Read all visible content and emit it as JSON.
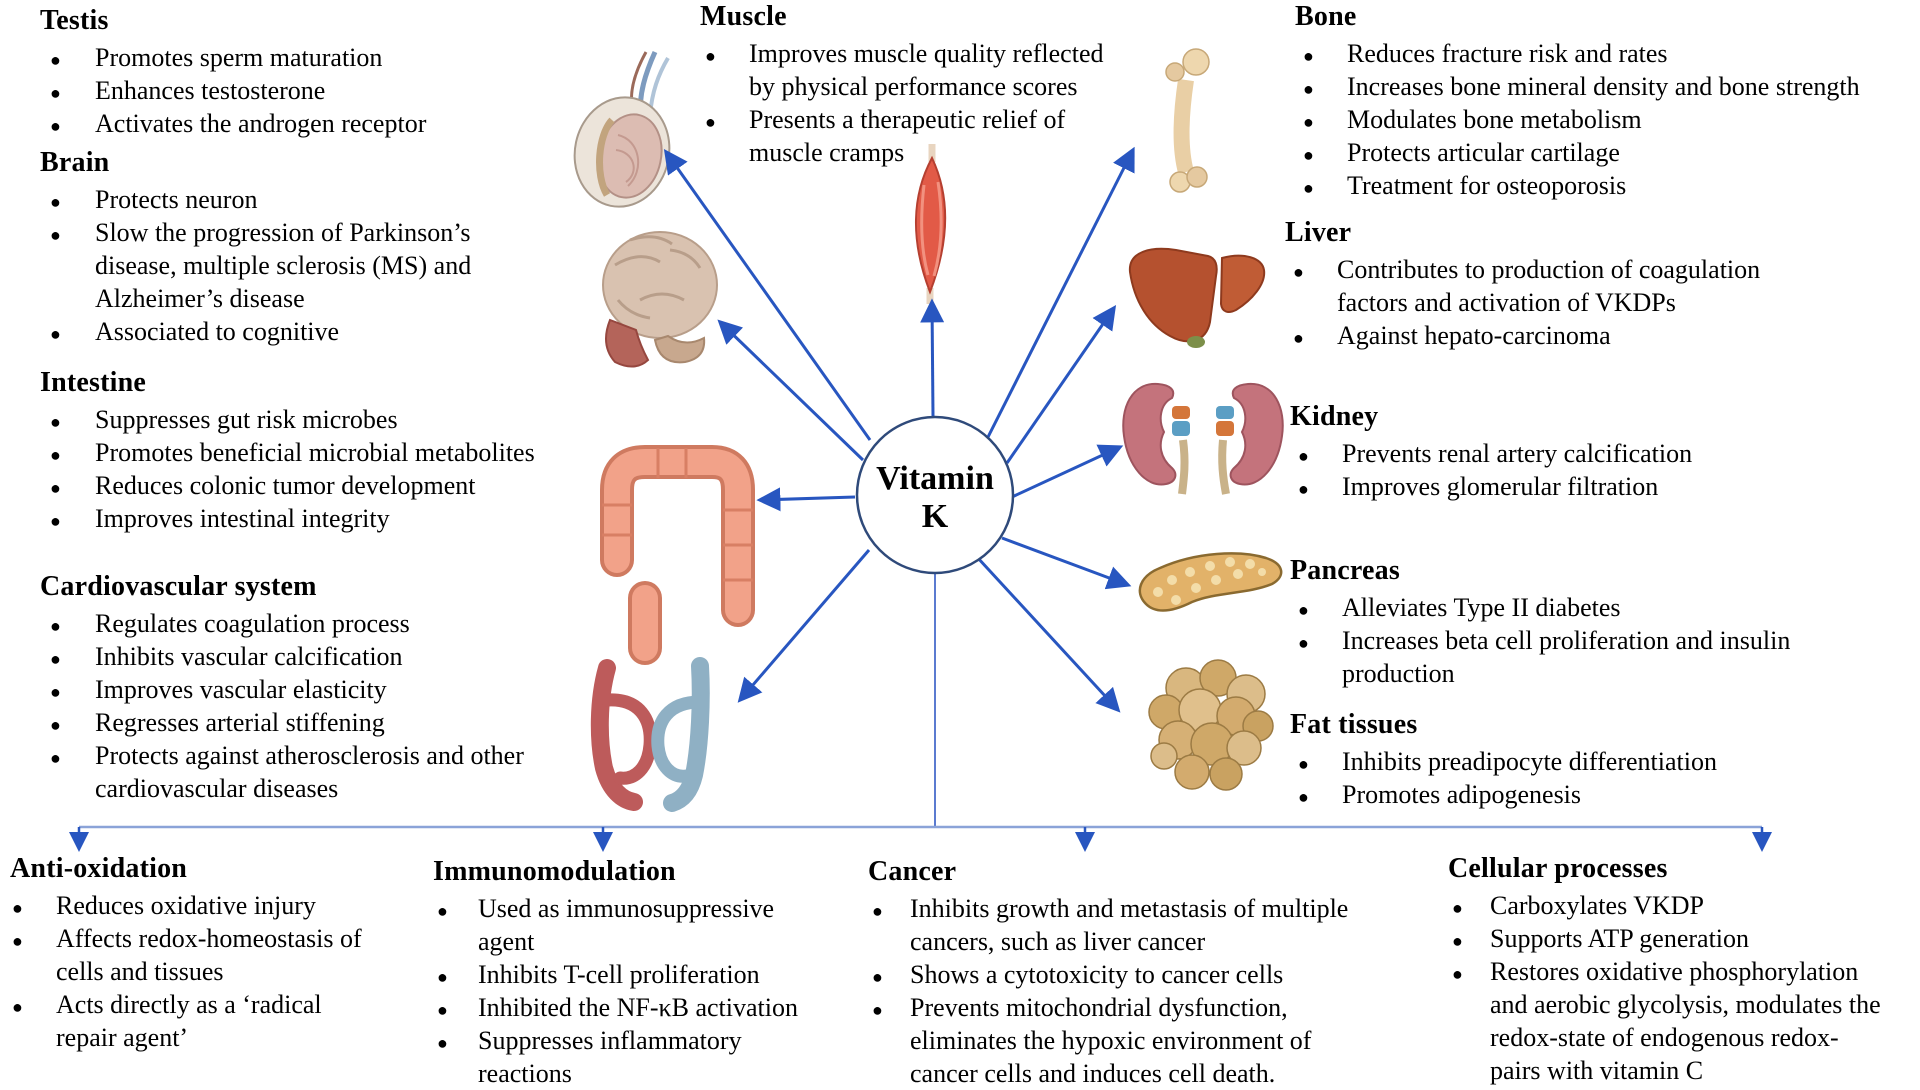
{
  "center": {
    "line1": "Vitamin",
    "line2": "K"
  },
  "colors": {
    "arrow_blue": "#2856c0",
    "connector_blue": "#8ba3d8",
    "circle_stroke": "#2f4a7a",
    "text": "#000000"
  },
  "sections": {
    "testis": {
      "title": "Testis",
      "items": [
        "Promotes sperm maturation",
        "Enhances testosterone",
        "Activates the androgen receptor"
      ]
    },
    "brain": {
      "title": "Brain",
      "items": [
        "Protects neuron",
        [
          "Slow the progression of Parkinson’s",
          "disease, multiple sclerosis (MS) and",
          "Alzheimer’s disease"
        ],
        "Associated to cognitive"
      ]
    },
    "intestine": {
      "title": "Intestine",
      "items": [
        "Suppresses gut risk microbes",
        "Promotes beneficial microbial metabolites",
        "Reduces colonic tumor development",
        "Improves intestinal integrity"
      ]
    },
    "cardiovascular": {
      "title": "Cardiovascular system",
      "items": [
        "Regulates coagulation process",
        "Inhibits vascular calcification",
        "Improves vascular elasticity",
        "Regresses arterial stiffening",
        [
          "Protects against atherosclerosis and other",
          "cardiovascular diseases"
        ]
      ]
    },
    "muscle": {
      "title": "Muscle",
      "items": [
        [
          "Improves muscle quality reflected",
          "by physical performance scores"
        ],
        [
          "Presents  a therapeutic relief of",
          "muscle cramps"
        ]
      ]
    },
    "bone": {
      "title": "Bone",
      "items": [
        "Reduces fracture risk and rates",
        "Increases bone mineral density and bone strength",
        "Modulates bone metabolism",
        "Protects articular cartilage",
        "Treatment for osteoporosis"
      ]
    },
    "liver": {
      "title": "Liver",
      "items": [
        [
          "Contributes to production of coagulation",
          "factors and activation of VKDPs"
        ],
        "Against hepato-carcinoma"
      ]
    },
    "kidney": {
      "title": "Kidney",
      "items": [
        "Prevents renal artery calcification",
        "Improves glomerular filtration"
      ]
    },
    "pancreas": {
      "title": "Pancreas",
      "items": [
        "Alleviates Type II diabetes",
        [
          "Increases beta cell proliferation and insulin",
          "production"
        ]
      ]
    },
    "fat": {
      "title": "Fat tissues",
      "items": [
        "Inhibits preadipocyte differentiation",
        "Promotes adipogenesis"
      ]
    },
    "antioxidation": {
      "title": "Anti-oxidation",
      "items": [
        "Reduces oxidative injury",
        [
          "Affects redox-homeostasis of",
          "cells and tissues"
        ],
        [
          "Acts directly as a ‘radical",
          "repair agent’"
        ]
      ]
    },
    "immunomodulation": {
      "title": "Immunomodulation",
      "items": [
        [
          "Used as immunosuppressive",
          "agent"
        ],
        "Inhibits T-cell proliferation",
        "Inhibited the NF-κB activation",
        [
          "Suppresses inflammatory",
          "reactions"
        ]
      ]
    },
    "cancer": {
      "title": "Cancer",
      "items": [
        [
          "Inhibits growth and metastasis of multiple",
          "cancers, such as liver cancer"
        ],
        "Shows a cytotoxicity to cancer cells",
        [
          "Prevents mitochondrial dysfunction,",
          "eliminates the hypoxic environment of",
          "cancer cells and induces cell death."
        ]
      ]
    },
    "cellular": {
      "title": "Cellular processes",
      "items": [
        "Carboxylates VKDP",
        "Supports ATP generation",
        [
          "Restores oxidative phosphorylation",
          "and aerobic glycolysis, modulates the",
          "redox-state of endogenous redox-",
          "pairs with vitamin C"
        ]
      ]
    }
  }
}
